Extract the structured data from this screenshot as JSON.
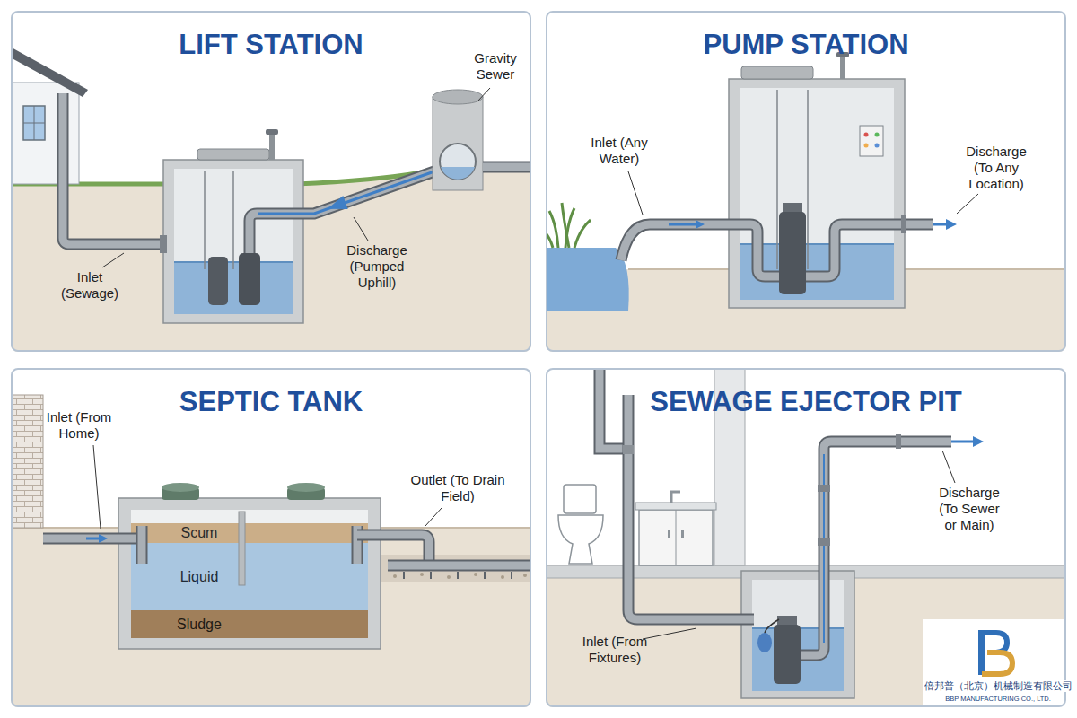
{
  "diagram": {
    "nodes": [
      {
        "text": [
          "LIFT STATION"
        ]
      },
      {
        "text": [
          "PUMP STATION"
        ]
      },
      {
        "text": [
          "SEPTIC TANK"
        ]
      },
      {
        "text": [
          "SEWAGE EJECTOR PIT"
        ]
      }
    ],
    "labels": [
      "Gravity Sewer",
      "Inlet (Sewage)",
      "Discharge (Pumped Uphill)",
      "Inlet (Any Water)",
      "Discharge (To Any Location)",
      "Inlet (From Home)",
      "Scum",
      "Outlet (To Drain Field)",
      "Liquid",
      "Sludge",
      "Discharge (To Sewer or Main)",
      "Inlet (From Fixtures)",
      "倍邦普（北京）机械制造有限公司",
      "BBP MANUFACTURING CO., LTD."
    ]
  }
}
